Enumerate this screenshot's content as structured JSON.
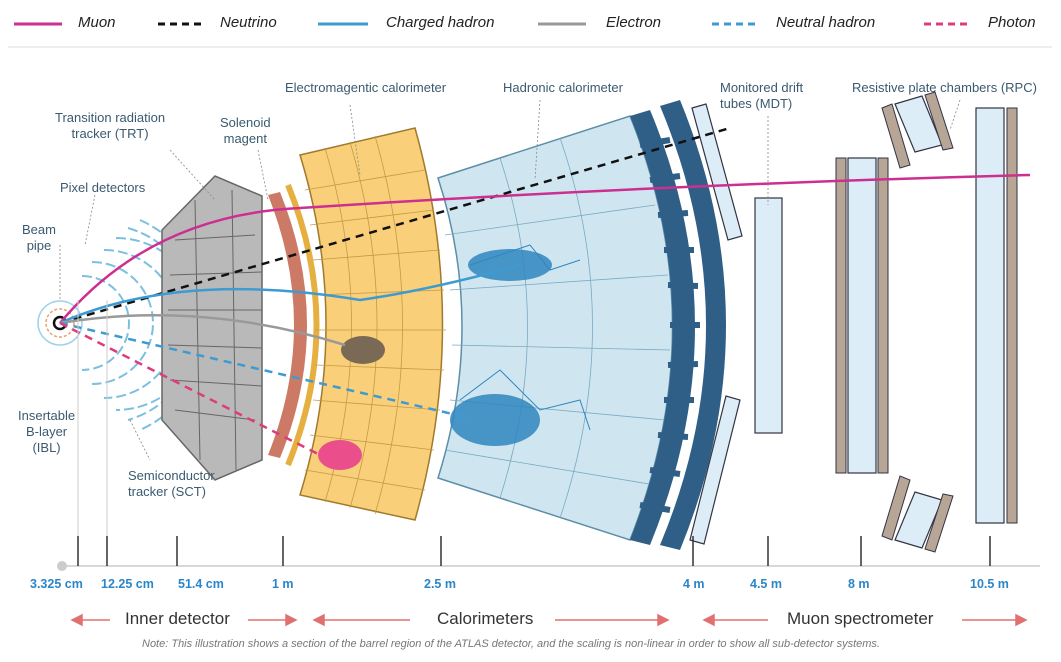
{
  "legend": {
    "muon": {
      "label": "Muon",
      "color": "#cc2f8f",
      "style": "solid"
    },
    "neutrino": {
      "label": "Neutrino",
      "color": "#111111",
      "style": "dashed"
    },
    "charged_hadron": {
      "label": "Charged hadron",
      "color": "#3d9bd1",
      "style": "solid"
    },
    "electron": {
      "label": "Electron",
      "color": "#999999",
      "style": "solid"
    },
    "neutral_hadron": {
      "label": "Neutral hadron",
      "color": "#3d9bd1",
      "style": "dashed"
    },
    "photon": {
      "label": "Photon",
      "color": "#dd3c7d",
      "style": "dashed"
    }
  },
  "components": {
    "beam_pipe": "Beam\npipe",
    "pixel": "Pixel detectors",
    "trt": "Transition radiation\ntracker (TRT)",
    "solenoid": "Solenoid\nmagent",
    "ecal": "Electromagentic calorimeter",
    "hcal": "Hadronic calorimeter",
    "mdt": "Monitored drift\ntubes (MDT)",
    "rpc": "Resistive plate chambers (RPC)",
    "ibl": "Insertable\nB-layer\n(IBL)",
    "sct": "Semiconductor\ntracker (SCT)"
  },
  "scale": [
    "3.325 cm",
    "12.25 cm",
    "51.4 cm",
    "1 m",
    "2.5 m",
    "4 m",
    "4.5 m",
    "8 m",
    "10.5 m"
  ],
  "sections": {
    "inner": "Inner detector",
    "calo": "Calorimeters",
    "muon": "Muon spectrometer"
  },
  "note": "Note: This illustration shows a section of the barrel region of the ATLAS detector, and the scaling is non-linear in order to show all sub-detector systems.",
  "colors": {
    "ecal_fill": "#f9cf7a",
    "hcal_fill": "#cfe6f0",
    "sct_fill": "#b9b9b9",
    "solenoid": "#cc7a66",
    "rail": "#2f5f86",
    "muon_chamber": "#dcedf7",
    "rpc_frame": "#b7a696",
    "scale_text": "#2a86c8",
    "arrow": "#e07070"
  }
}
